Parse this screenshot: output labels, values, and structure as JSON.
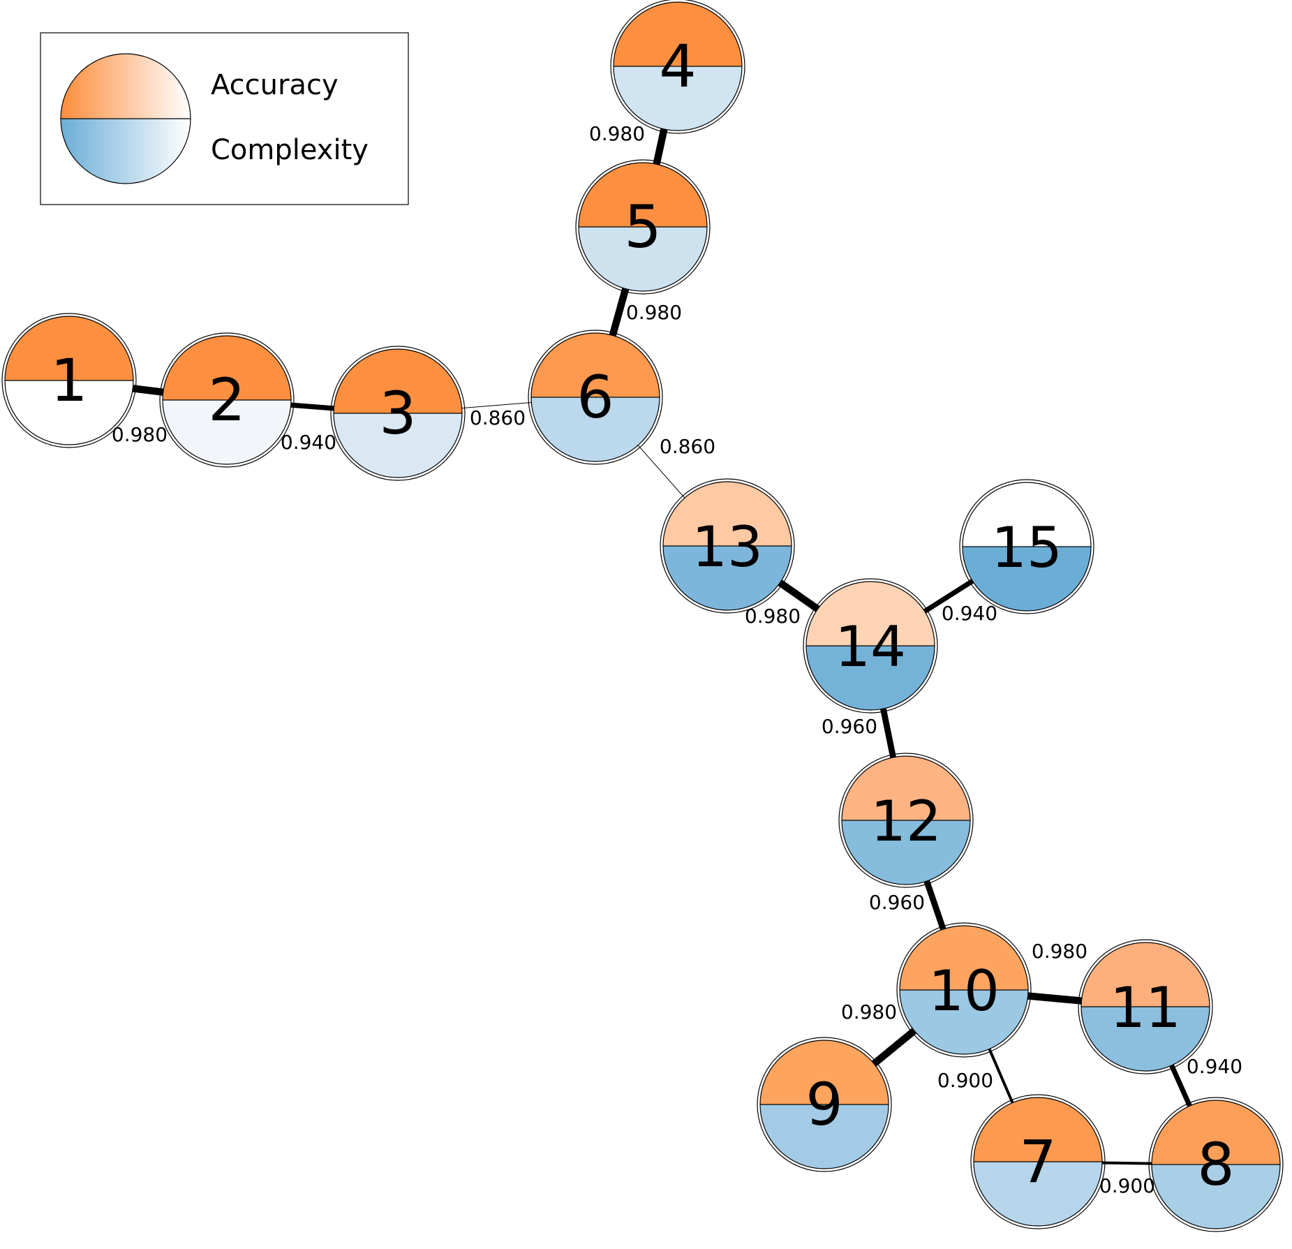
{
  "legend": {
    "accuracy_label": "Accuracy",
    "complexity_label": "Complexity"
  },
  "nodes": [
    {
      "id": "1",
      "label": "1",
      "accuracy_color": "#fd9040",
      "complexity_color": "#ffffff"
    },
    {
      "id": "2",
      "label": "2",
      "accuracy_color": "#fd9040",
      "complexity_color": "#f2f6fa"
    },
    {
      "id": "3",
      "label": "3",
      "accuracy_color": "#fd9040",
      "complexity_color": "#dae8f3"
    },
    {
      "id": "4",
      "label": "4",
      "accuracy_color": "#fd9040",
      "complexity_color": "#d0e4f1"
    },
    {
      "id": "5",
      "label": "5",
      "accuracy_color": "#fd9040",
      "complexity_color": "#cde1ef"
    },
    {
      "id": "6",
      "label": "6",
      "accuracy_color": "#fd9a4f",
      "complexity_color": "#bcd8ec"
    },
    {
      "id": "7",
      "label": "7",
      "accuracy_color": "#fd9a4f",
      "complexity_color": "#b6d5ea"
    },
    {
      "id": "8",
      "label": "8",
      "accuracy_color": "#fd9f58",
      "complexity_color": "#a9cfe6"
    },
    {
      "id": "9",
      "label": "9",
      "accuracy_color": "#fda45e",
      "complexity_color": "#a3cbe5"
    },
    {
      "id": "10",
      "label": "10",
      "accuracy_color": "#fda560",
      "complexity_color": "#9bc8e2"
    },
    {
      "id": "11",
      "label": "11",
      "accuracy_color": "#feb07c",
      "complexity_color": "#8cbfdf"
    },
    {
      "id": "12",
      "label": "12",
      "accuracy_color": "#feb383",
      "complexity_color": "#86bcdc"
    },
    {
      "id": "13",
      "label": "13",
      "accuracy_color": "#fec9a3",
      "complexity_color": "#7db6da"
    },
    {
      "id": "14",
      "label": "14",
      "accuracy_color": "#fed4b5",
      "complexity_color": "#75b2d8"
    },
    {
      "id": "15",
      "label": "15",
      "accuracy_color": "#ffffff",
      "complexity_color": "#6cadd6"
    }
  ],
  "edges": [
    {
      "source": "1",
      "target": "2",
      "weight": 0.98,
      "label": "0.980"
    },
    {
      "source": "2",
      "target": "3",
      "weight": 0.94,
      "label": "0.940"
    },
    {
      "source": "3",
      "target": "6",
      "weight": 0.86,
      "label": "0.860"
    },
    {
      "source": "4",
      "target": "5",
      "weight": 0.98,
      "label": "0.980"
    },
    {
      "source": "5",
      "target": "6",
      "weight": 0.98,
      "label": "0.980"
    },
    {
      "source": "6",
      "target": "13",
      "weight": 0.86,
      "label": "0.860"
    },
    {
      "source": "13",
      "target": "14",
      "weight": 0.98,
      "label": "0.980"
    },
    {
      "source": "14",
      "target": "15",
      "weight": 0.94,
      "label": "0.940"
    },
    {
      "source": "14",
      "target": "12",
      "weight": 0.96,
      "label": "0.960"
    },
    {
      "source": "12",
      "target": "10",
      "weight": 0.96,
      "label": "0.960"
    },
    {
      "source": "10",
      "target": "11",
      "weight": 0.98,
      "label": "0.980"
    },
    {
      "source": "10",
      "target": "9",
      "weight": 0.98,
      "label": "0.980"
    },
    {
      "source": "10",
      "target": "7",
      "weight": 0.9,
      "label": "0.900"
    },
    {
      "source": "11",
      "target": "8",
      "weight": 0.94,
      "label": "0.940"
    },
    {
      "source": "7",
      "target": "8",
      "weight": 0.9,
      "label": "0.900"
    }
  ]
}
